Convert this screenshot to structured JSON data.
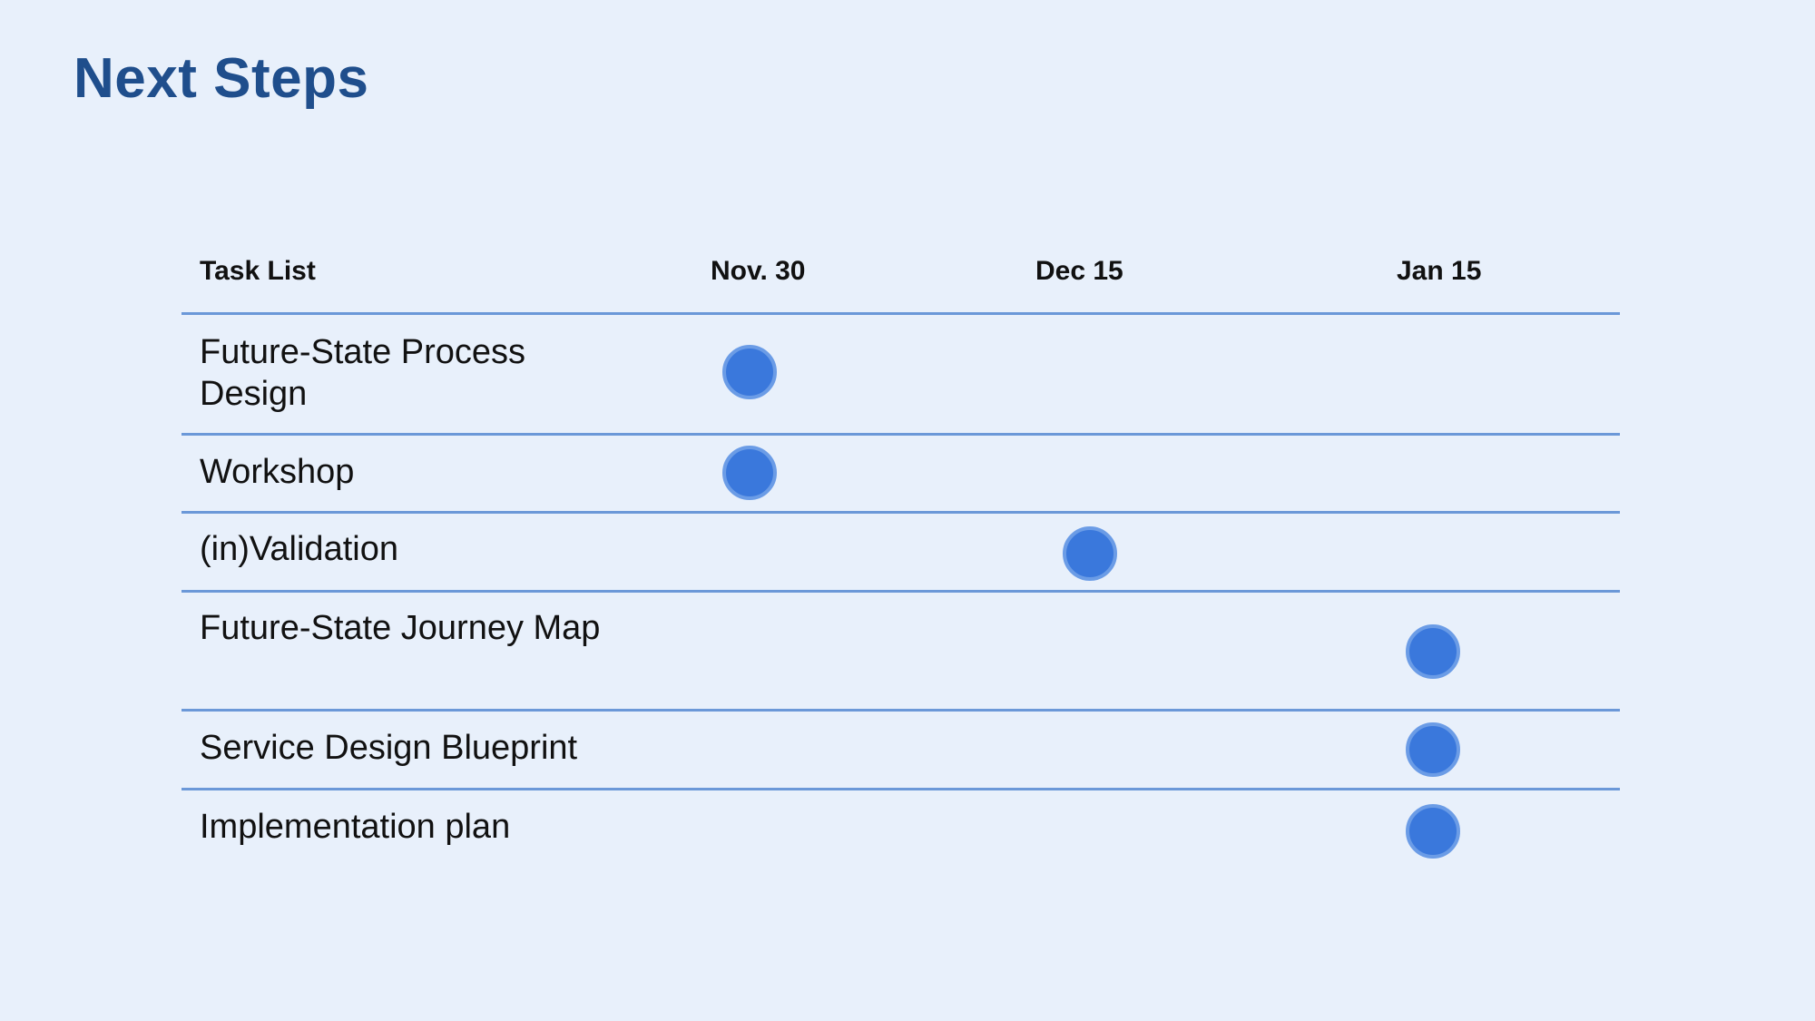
{
  "slide": {
    "title": "Next Steps"
  },
  "table": {
    "headers": {
      "task": "Task List",
      "col1": "Nov. 30",
      "col2": "Dec 15",
      "col3": "Jan 15"
    },
    "rows": [
      {
        "task": "Future-State Process Design",
        "milestone": "Nov. 30"
      },
      {
        "task": "Workshop",
        "milestone": "Nov. 30"
      },
      {
        "task": "(in)Validation",
        "milestone": "Dec 15"
      },
      {
        "task": "Future-State Journey Map",
        "milestone": "Jan 15"
      },
      {
        "task": "Service Design Blueprint",
        "milestone": "Jan 15"
      },
      {
        "task": "Implementation plan",
        "milestone": "Jan 15"
      }
    ]
  },
  "colors": {
    "background": "#e8f0fb",
    "title": "#1f4e8c",
    "divider": "#6b98d8",
    "dot_fill": "#3a78dc",
    "dot_ring": "#6b9ce6"
  }
}
